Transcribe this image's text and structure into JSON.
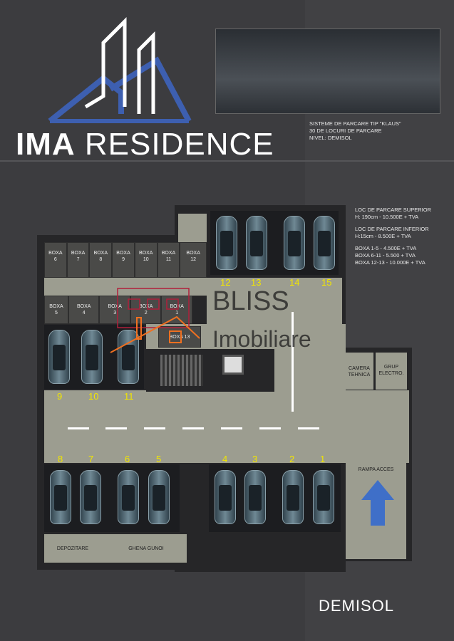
{
  "brand": {
    "logo_word1": "IMA",
    "logo_word2": "RESIDENCE"
  },
  "photo_caption": [
    "SISTEME DE PARCARE TIP \"KLAUS\"",
    "30 DE LOCURI DE PARCARE",
    "NIVEL: DEMISOL"
  ],
  "prices": {
    "superior_title": "LOC DE PARCARE SUPERIOR",
    "superior_price": "H: 190cm - 10.500E + TVA",
    "inferior_title": "LOC DE PARCARE INFERIOR",
    "inferior_price": "H:15cm - 8.500E + TVA",
    "boxa_1": "BOXA 1-5 - 4.500E + TVA",
    "boxa_2": "BOXA 6-11 - 5.500 + TVA",
    "boxa_3": "BOXA 12-13 - 10.000E + TVA"
  },
  "storage_top": [
    {
      "l": "BOXA",
      "n": "6"
    },
    {
      "l": "BOXA",
      "n": "7"
    },
    {
      "l": "BOXA",
      "n": "8"
    },
    {
      "l": "BOXA",
      "n": "9"
    },
    {
      "l": "BOXA",
      "n": "10"
    },
    {
      "l": "BOXA",
      "n": "11"
    },
    {
      "l": "BOXA",
      "n": "12"
    }
  ],
  "storage_bottom": [
    {
      "l": "BOXA",
      "n": "5"
    },
    {
      "l": "BOXA",
      "n": "4"
    },
    {
      "l": "BOXA",
      "n": "3"
    },
    {
      "l": "BOXA",
      "n": "2"
    },
    {
      "l": "BOXA",
      "n": "1"
    },
    {
      "l": "BOXA",
      "n": "13"
    }
  ],
  "spots": {
    "s12": "12",
    "s13": "13",
    "s14": "14",
    "s15": "15",
    "s9": "9",
    "s10": "10",
    "s11": "11",
    "s8": "8",
    "s7": "7",
    "s6": "6",
    "s5": "5",
    "s4": "4",
    "s3": "3",
    "s2": "2",
    "s1": "1"
  },
  "rooms": {
    "camera_1": "CAMERA",
    "camera_2": "TEHNICA",
    "grup_1": "GRUP",
    "grup_2": "ELECTRO.",
    "rampa": "RAMPA ACCES",
    "depozitare": "DEPOZITARE",
    "ghena": "GHENA GUNOI"
  },
  "watermark": {
    "line1": "BLISS",
    "line2": "Imobiliare"
  },
  "level": "DEMISOL",
  "colors": {
    "background": "#3c3c3f",
    "logo_blue": "#3d5fb0",
    "spot_numbers": "#f2e600",
    "arrow": "#3f6fc8",
    "watermark_accent": "#f07020"
  }
}
